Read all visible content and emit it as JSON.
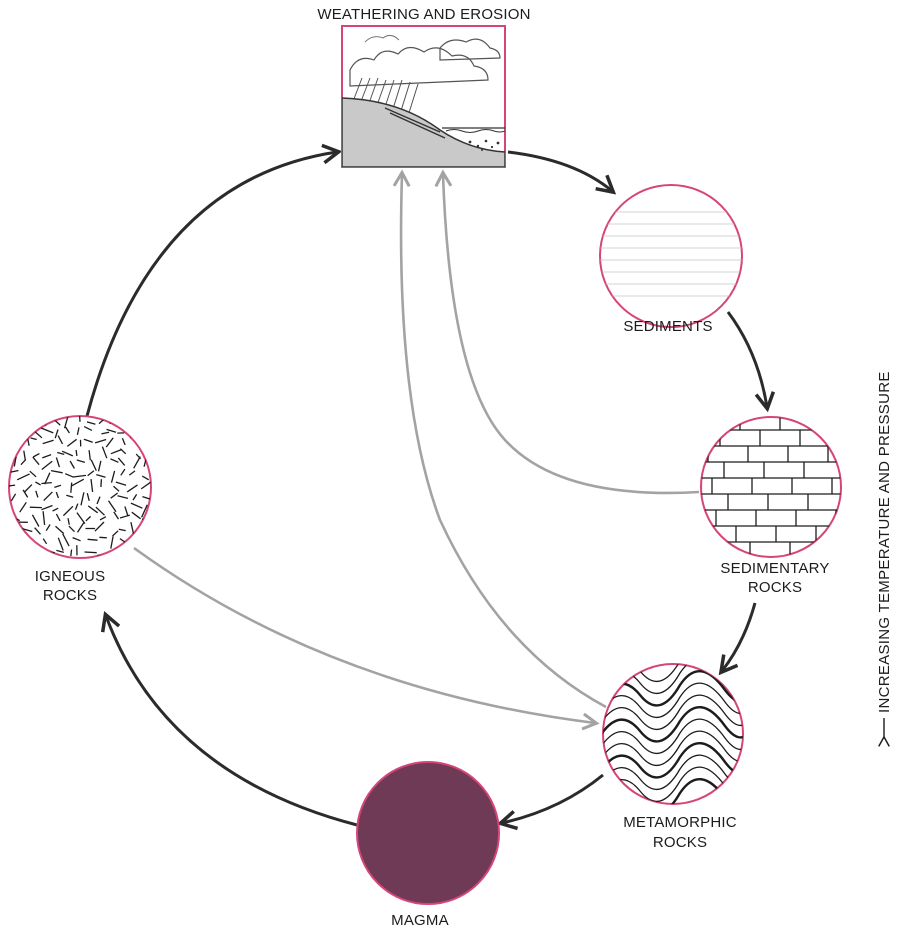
{
  "nodes": {
    "weathering": {
      "label": "WEATHERING AND EROSION"
    },
    "sediments": {
      "label": "SEDIMENTS"
    },
    "sedimentary": {
      "line1": "SEDIMENTARY",
      "line2": "ROCKS"
    },
    "metamorphic": {
      "line1": "METAMORPHIC",
      "line2": "ROCKS"
    },
    "magma": {
      "label": "MAGMA"
    },
    "igneous": {
      "line1": "IGNEOUS",
      "line2": "ROCKS"
    }
  },
  "side_caption": "INCREASING TEMPERATURE AND PRESSURE",
  "colors": {
    "node_border": "#d6457a",
    "main_arrow": "#2b2b2b",
    "secondary_arrow": "#a3a3a3",
    "magma_fill": "#6e3a55",
    "ground_fill": "#c9c9c9"
  }
}
